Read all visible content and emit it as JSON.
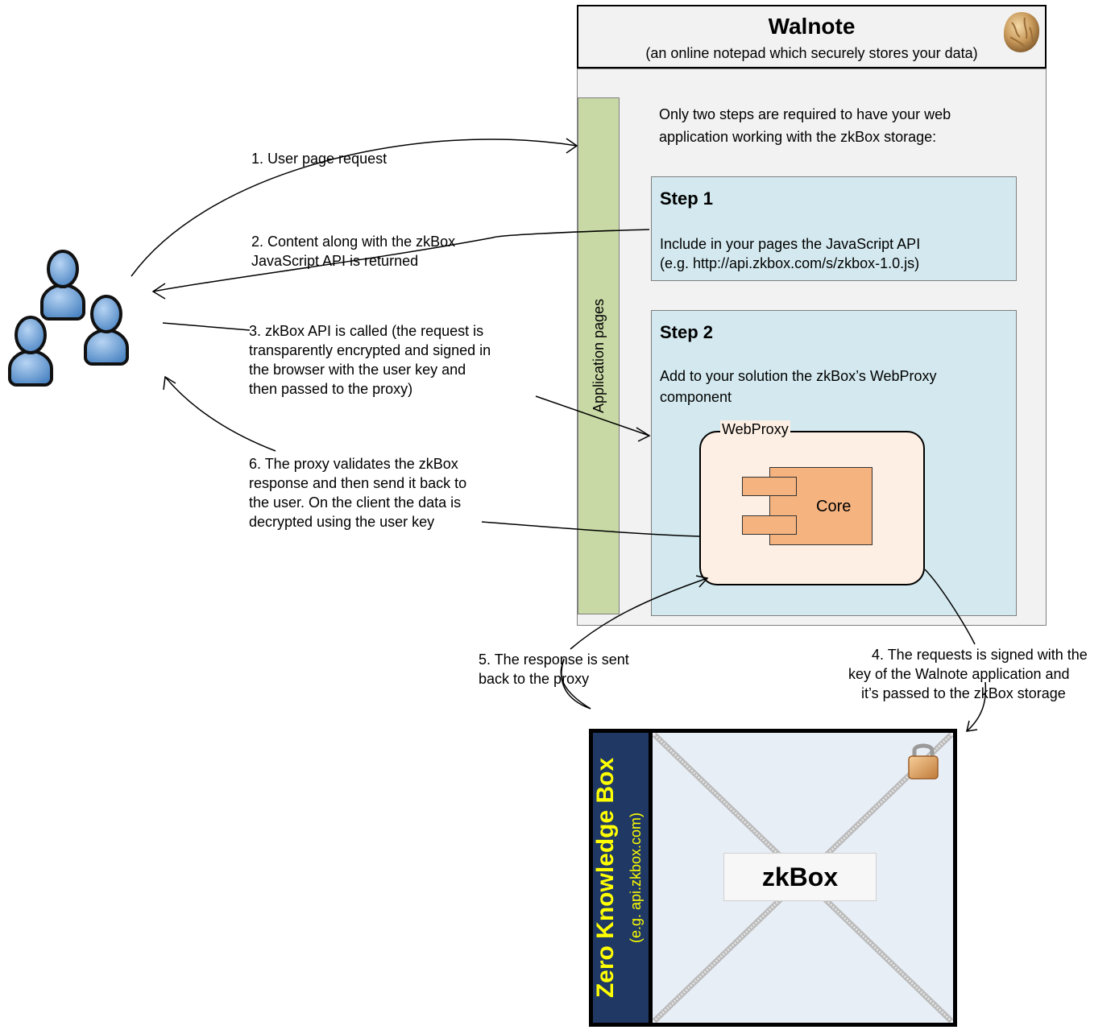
{
  "walnote": {
    "title": "Walnote",
    "subtitle": "(an online notepad which securely stores your data)",
    "intro_line1": "Only two steps are required to have your web",
    "intro_line2": "application working with the zkBox storage:",
    "app_pages_label": "Application pages",
    "icon": "walnut-icon"
  },
  "step1": {
    "title": "Step 1",
    "line1": "Include in your pages the JavaScript API",
    "line2": "(e.g. http://api.zkbox.com/s/zkbox-1.0.js)"
  },
  "step2": {
    "title": "Step 2",
    "line1": "Add to your solution the zkBox’s WebProxy",
    "line2": "component",
    "webproxy_label": "WebProxy",
    "core_label": "Core"
  },
  "flow": {
    "s1_line1": "1. User page request",
    "s2_line1": "2. Content along with the zkBox",
    "s2_line2": "JavaScript API is returned",
    "s3_line1": "3. zkBox API is called (the request is",
    "s3_line2": "transparently encrypted and signed in",
    "s3_line3": "the browser with the user key and",
    "s3_line4": "then passed to the proxy)",
    "s4_line1": "4. The requests is signed with the",
    "s4_line2": "key of the Walnote application and",
    "s4_line3": "it’s passed to the zkBox storage",
    "s5_line1": "5. The response is sent",
    "s5_line2": "back to the proxy",
    "s6_line1": "6. The proxy validates the zkBox",
    "s6_line2": "response and then send it back to",
    "s6_line3": "the user. On the client the data is",
    "s6_line4": "decrypted using the user key"
  },
  "zkbox": {
    "side_title": "Zero Knowledge Box",
    "side_subtitle": "(e.g. api.zkbox.com)",
    "label": "zkBox",
    "lock_icon": "padlock-icon"
  },
  "users_icon": "users-icon",
  "colors": {
    "app_pages": "#c8d9a5",
    "step_box": "#d3e9ef",
    "webproxy": "#fdefe3",
    "core": "#f5b37f",
    "zkbox_side": "#1f3864",
    "zkbox_text": "#ffff00",
    "user_blue": "#6a9fd6"
  }
}
